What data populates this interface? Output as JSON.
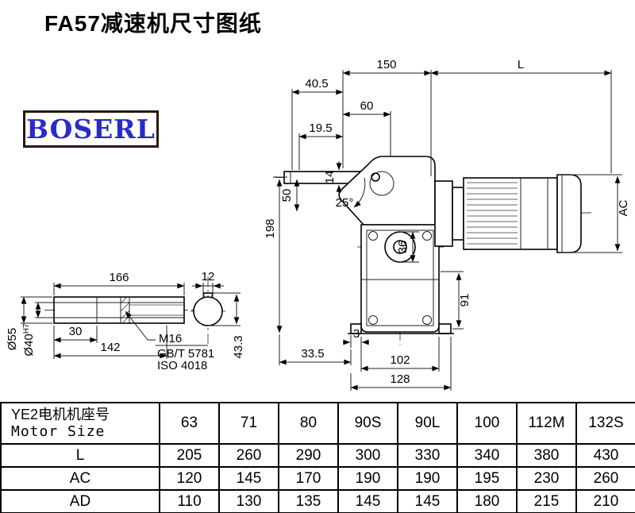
{
  "page": {
    "title": "FA57减速机尺寸图纸",
    "logo": "BOSERL"
  },
  "drawing": {
    "dims": {
      "top_150": "150",
      "top_L": "L",
      "d40_5": "40.5",
      "d60": "60",
      "d19_5": "19.5",
      "d14": "14",
      "d50": "50",
      "angle": "25°",
      "d198": "198",
      "d36": "36",
      "ac": "AC",
      "d91": "91",
      "d3": "3",
      "d33_5": "33.5",
      "d102": "102",
      "d128": "128"
    },
    "shaft": {
      "d166": "166",
      "d12": "12",
      "d30": "30",
      "d142": "142",
      "dia55": "Ø55",
      "dia40": "Ø40",
      "dia40_sup": "H7",
      "m16": "M16",
      "gbt": "GB/T 5781",
      "iso": "ISO 4018",
      "d43_3": "43.3"
    }
  },
  "table": {
    "header_cn": "YE2电机机座号",
    "header_en": "Motor Size",
    "sizes": [
      "63",
      "71",
      "80",
      "90S",
      "90L",
      "100",
      "112M",
      "132S"
    ],
    "rows": [
      {
        "label": "L",
        "values": [
          "205",
          "260",
          "290",
          "300",
          "330",
          "340",
          "380",
          "430"
        ]
      },
      {
        "label": "AC",
        "values": [
          "120",
          "145",
          "170",
          "190",
          "190",
          "195",
          "230",
          "260"
        ]
      },
      {
        "label": "AD",
        "values": [
          "110",
          "130",
          "135",
          "145",
          "145",
          "180",
          "215",
          "210"
        ]
      }
    ]
  }
}
